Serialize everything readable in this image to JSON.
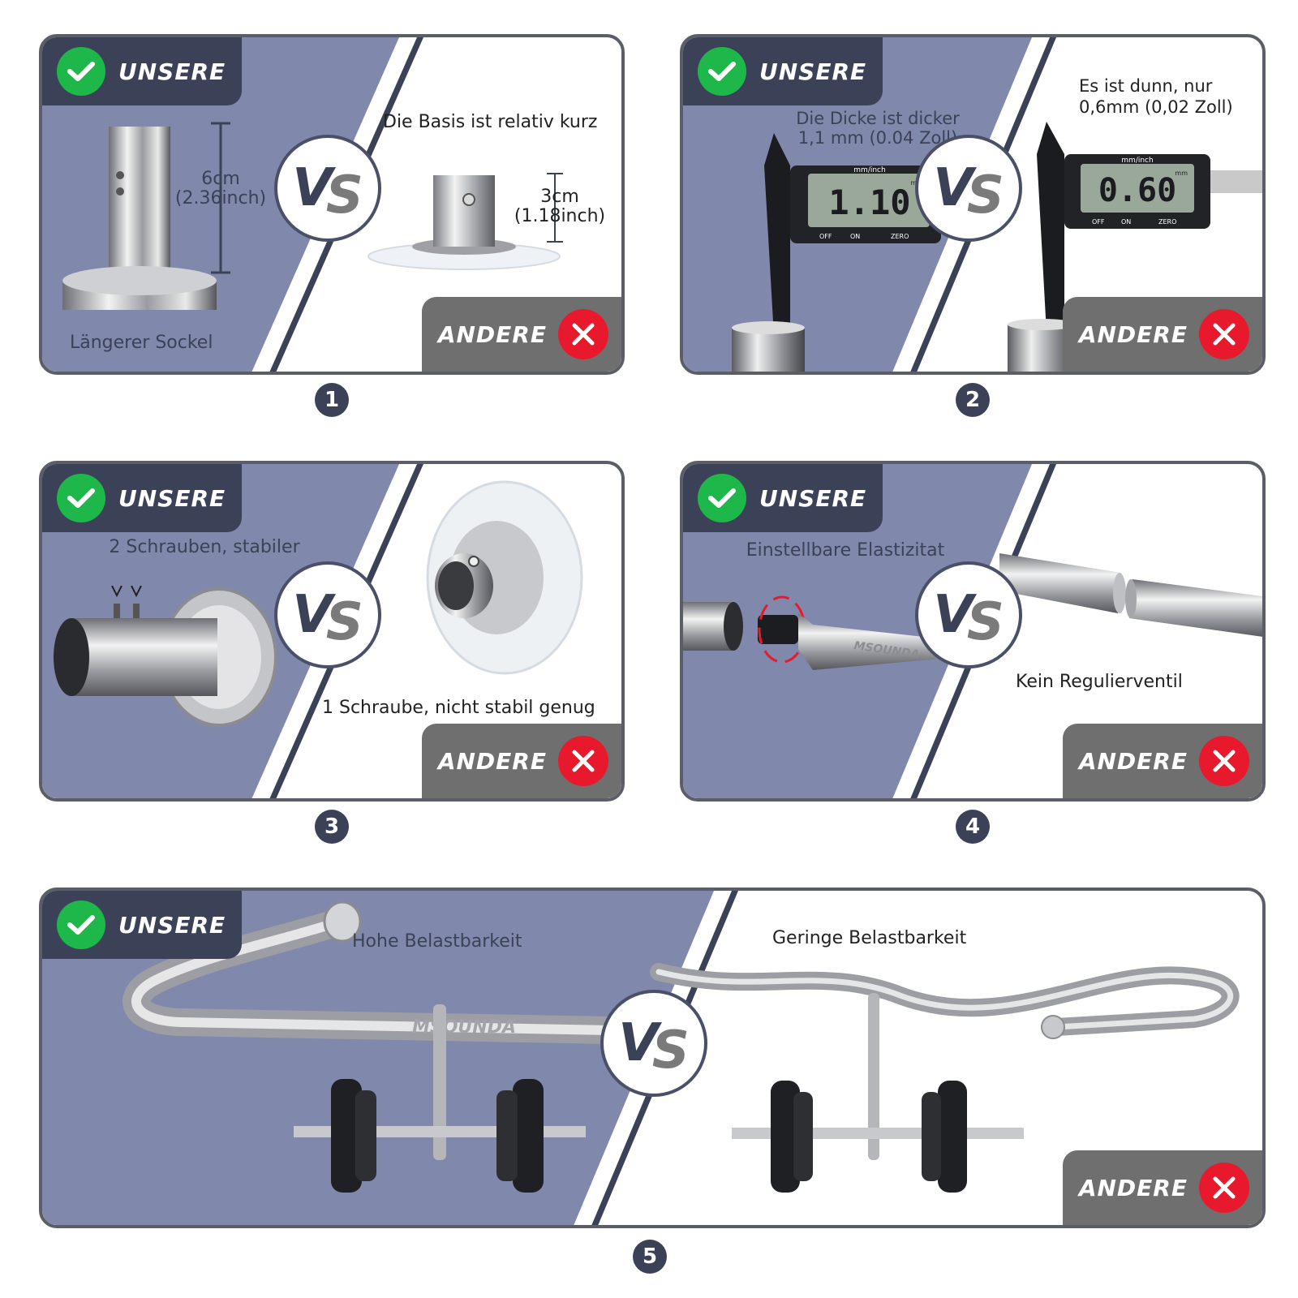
{
  "labels": {
    "ours": "UNSERE",
    "other": "ANDERE",
    "vs_v": "V",
    "vs_s": "S"
  },
  "panels": [
    {
      "number": "1",
      "ours_text": "Längerer Sockel",
      "ours_dim_a": "6cm",
      "ours_dim_b": "(2.36inch)",
      "other_text": "Die Basis ist relativ kurz",
      "other_dim_a": "3cm",
      "other_dim_b": "(1.18inch)"
    },
    {
      "number": "2",
      "ours_text_a": "Die Dicke ist dicker",
      "ours_text_b": "1,1 mm (0.04 Zoll)",
      "ours_reading": "1.10",
      "other_text_a": "Es ist dunn, nur",
      "other_text_b": "0,6mm (0,02 Zoll)",
      "other_reading": "0.60",
      "caliper_units": "mm/inch",
      "caliper_mm": "mm",
      "caliper_off": "OFF",
      "caliper_on": "ON",
      "caliper_zero": "ZERO"
    },
    {
      "number": "3",
      "ours_text": "2 Schrauben, stabiler",
      "other_text": "1 Schraube, nicht stabil genug"
    },
    {
      "number": "4",
      "ours_text": "Einstellbare Elastizitat",
      "brand": "MSOUNDA",
      "other_text": "Kein Regulierventil"
    },
    {
      "number": "5",
      "ours_text": "Hohe Belastbarkeit",
      "brand": "MSOUNDA",
      "other_text": "Geringe Belastbarkeit"
    }
  ],
  "colors": {
    "ours_bg": "#8088ab",
    "dark_tag": "#3b4257",
    "check_green": "#1eb84a",
    "other_tag": "#6f6f6f",
    "x_red": "#e8192c"
  }
}
